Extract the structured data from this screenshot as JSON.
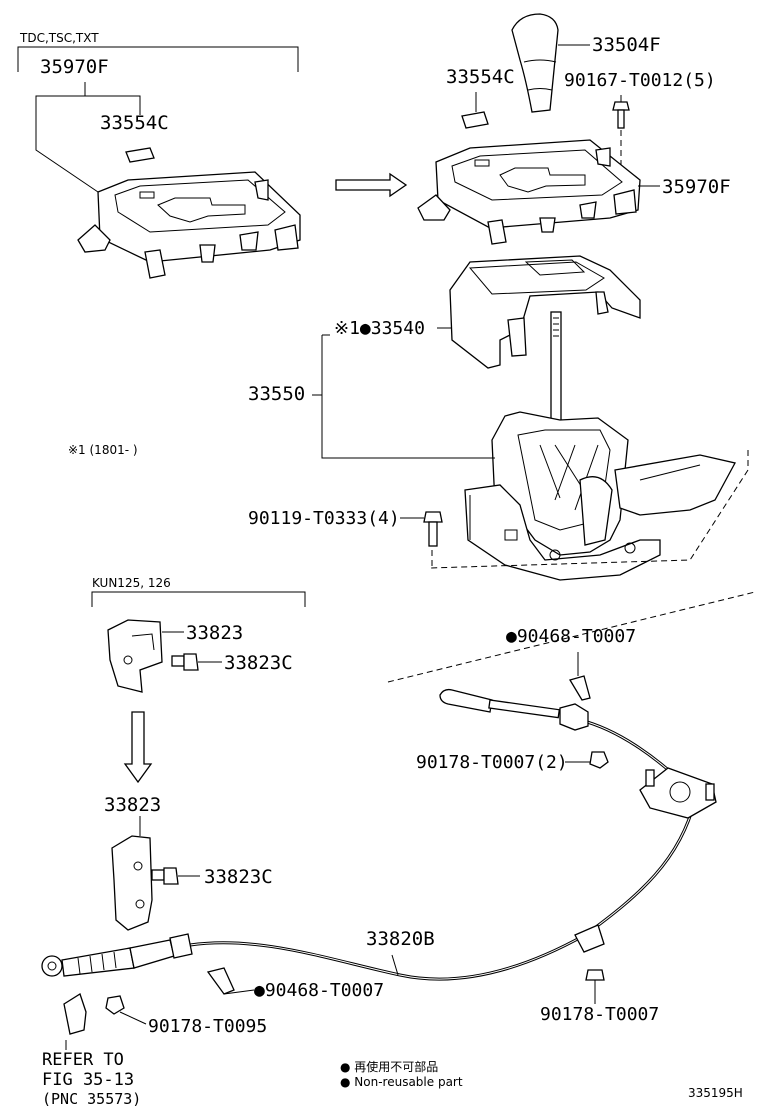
{
  "variant_top": "TDC,TSC,TXT",
  "variant_bottom": "KUN125, 126",
  "note_mark": "※1 (1801-      )",
  "labels": {
    "p35970F_a": "35970F",
    "p33554C_a": "33554C",
    "p33504F": "33504F",
    "p33554C_b": "33554C",
    "p90167": "90167-T0012(5)",
    "p35970F_b": "35970F",
    "p33540": "※1●33540",
    "p33550": "33550",
    "p90119": "90119-T0333(4)",
    "p33823_a": "33823",
    "p33823C_a": "33823C",
    "p90468_a": "●90468-T0007",
    "p90178_a": "90178-T0007(2)",
    "p33823_b": "33823",
    "p33823C_b": "33823C",
    "p33820B": "33820B",
    "p90468_b": "●90468-T0007",
    "p90178_b": "90178-T0095",
    "p90178_c": "90178-T0007"
  },
  "refer": {
    "line1": "REFER TO",
    "line2": "FIG 35-13",
    "line3": "(PNC 35573)"
  },
  "legend": {
    "jp": "● 再使用不可部品",
    "en": "● Non-reusable part"
  },
  "figure_id": "335195H"
}
